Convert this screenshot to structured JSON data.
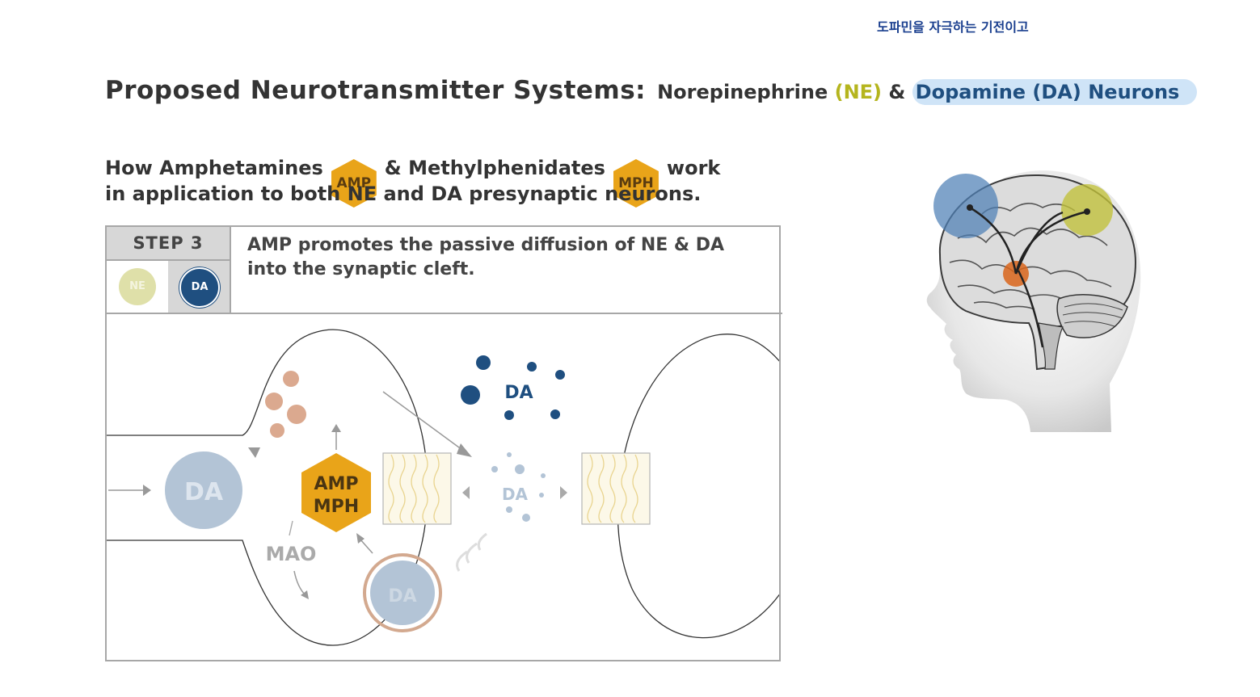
{
  "korean_note": "도파민을 자극하는 기전이고",
  "title": {
    "main": "Proposed Neurotransmitter Systems:",
    "ne_part": "Norepinephrine",
    "ne_abbr": "(NE)",
    "amp": "&",
    "da_part": "Dopamine (DA) Neurons"
  },
  "subtitle": {
    "part1": "How Amphetamines",
    "amp_badge": "AMP",
    "part2": "& Methylphenidates",
    "mph_badge": "MPH",
    "part3": "work",
    "line2": "in application to both NE and DA presynaptic neurons."
  },
  "step": {
    "label": "STEP 3",
    "ne_badge": "NE",
    "da_badge": "DA",
    "text": "AMP promotes the passive diffusion of NE & DA into the synaptic cleft."
  },
  "diagram": {
    "da_large": "DA",
    "amp": "AMP",
    "mph": "MPH",
    "mao": "MAO",
    "da_vesicle": "DA",
    "da_cleft_top": "DA",
    "da_cleft_mid": "DA"
  },
  "colors": {
    "da_blue": "#1f4f80",
    "ne_yellow": "#b5b51e",
    "hex_orange": "#e9a419",
    "highlight": "#cfe4f7"
  }
}
